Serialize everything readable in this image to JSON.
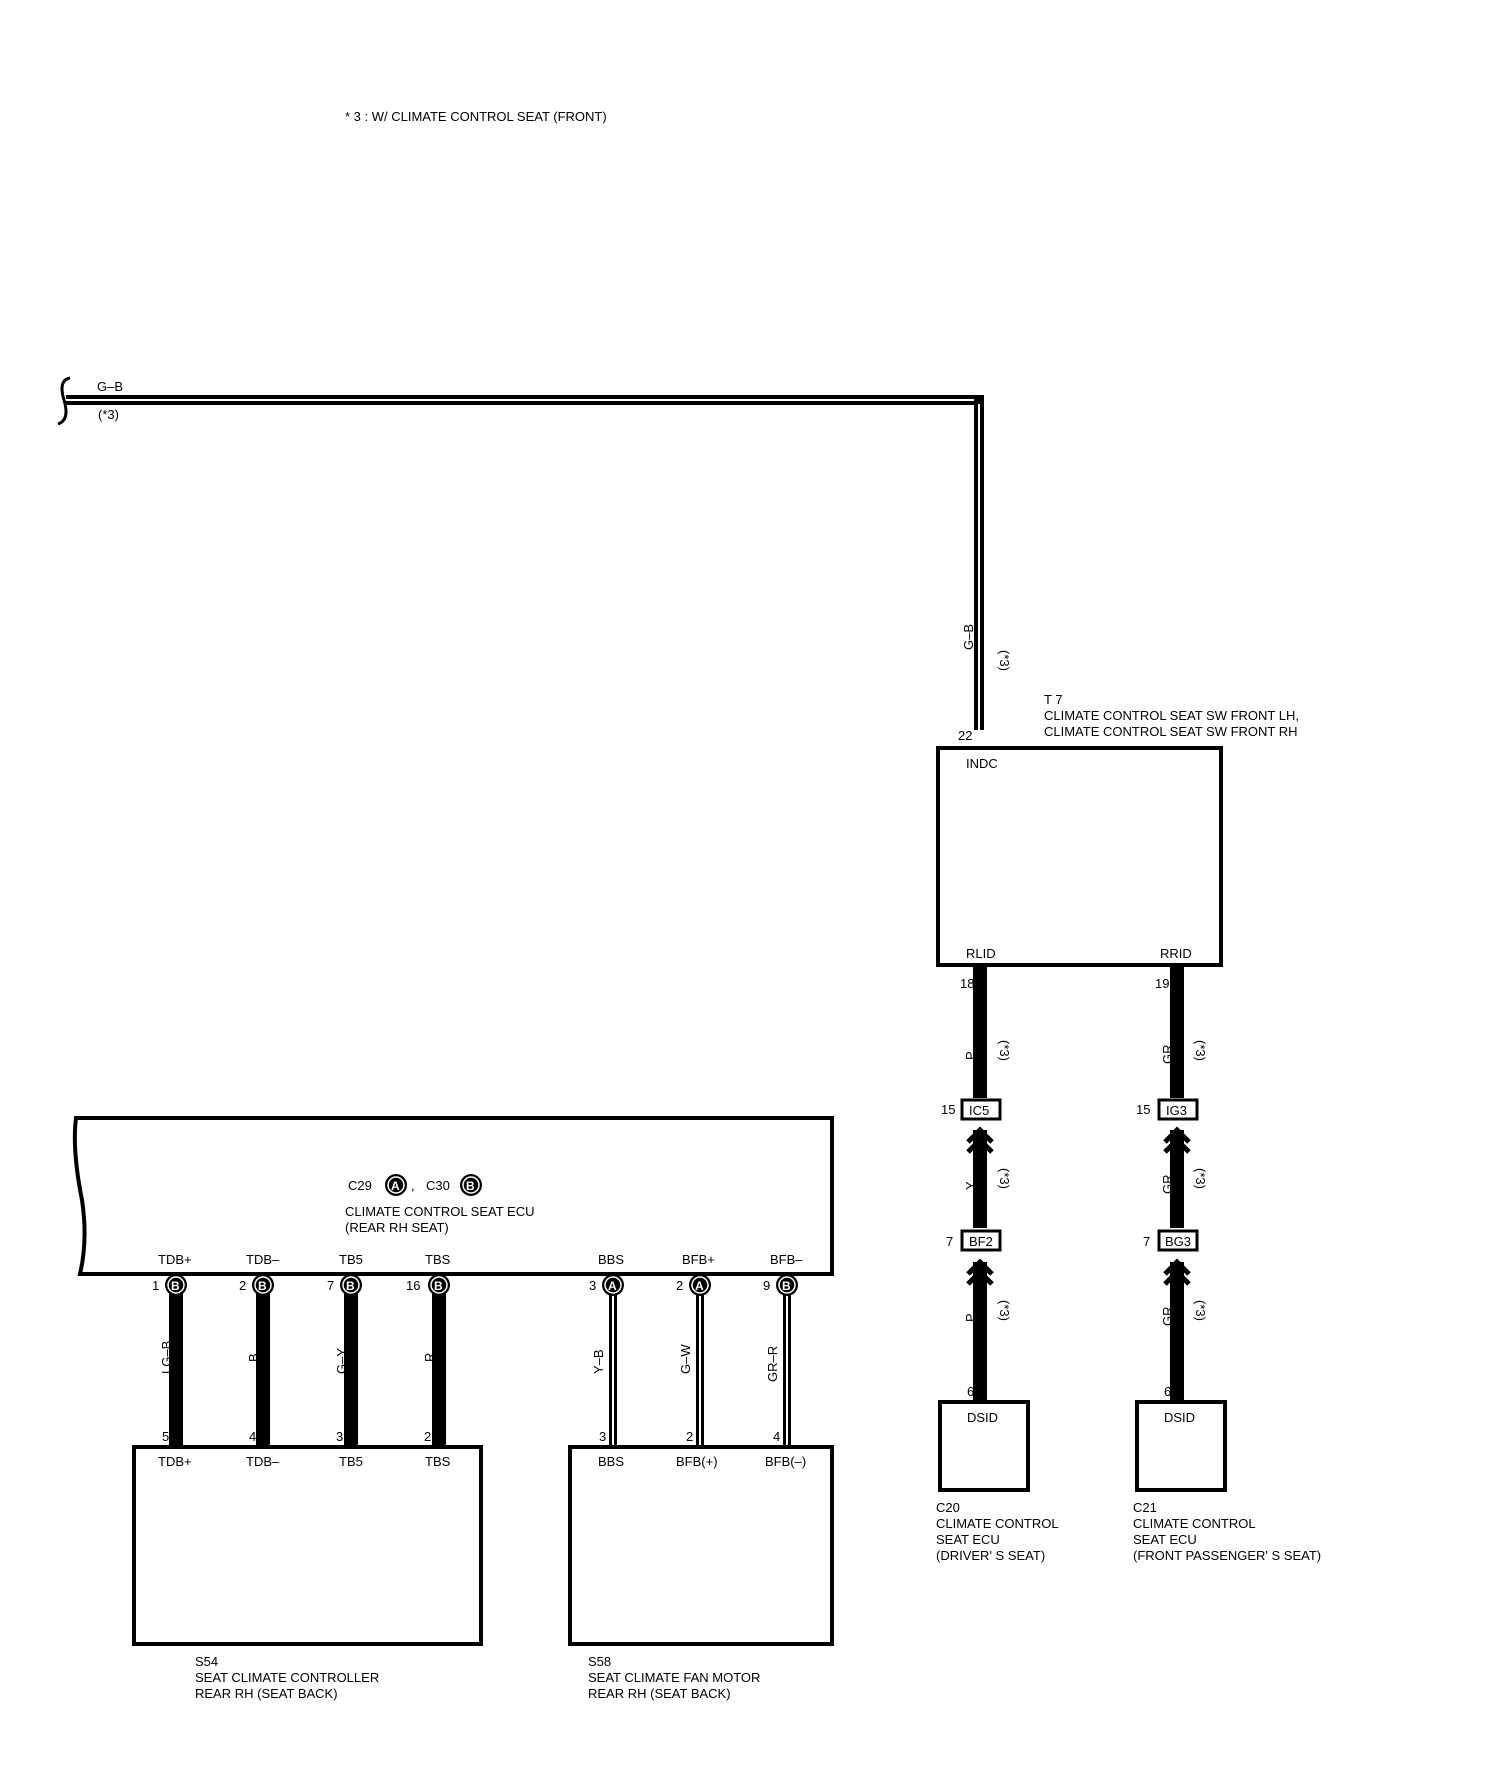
{
  "note": "* 3 : W/ CLIMATE CONTROL SEAT (FRONT)",
  "top_wire": {
    "color": "G–B",
    "opt": "(*3)"
  },
  "vert_wire": {
    "color": "G–B",
    "opt": "(*3)"
  },
  "t7": {
    "code": "T 7",
    "name1": "CLIMATE CONTROL SEAT SW FRONT LH,",
    "name2": "CLIMATE CONTROL SEAT SW FRONT RH",
    "pin_indc_num": "22",
    "pin_indc": "INDC",
    "pin_rlid": "RLID",
    "pin_rrid": "RRID",
    "pin_rlid_num": "18",
    "pin_rrid_num": "19"
  },
  "left_run": {
    "c1": "P",
    "o1": "(*3)",
    "j1_pin": "15",
    "j1": "IC5",
    "c2": "Y",
    "o2": "(*3)",
    "j2_pin": "7",
    "j2": "BF2",
    "c3": "P",
    "o3": "(*3)",
    "end_pin": "6"
  },
  "right_run": {
    "c1": "GR",
    "o1": "(*3)",
    "j1_pin": "15",
    "j1": "IG3",
    "c2": "GR",
    "o2": "(*3)",
    "j2_pin": "7",
    "j2": "BG3",
    "c3": "GR",
    "o3": "(*3)",
    "end_pin": "6"
  },
  "c20": {
    "pin": "DSID",
    "code": "C20",
    "l1": "CLIMATE CONTROL",
    "l2": "SEAT ECU",
    "l3": "(DRIVER' S SEAT)"
  },
  "c21": {
    "pin": "DSID",
    "code": "C21",
    "l1": "CLIMATE CONTROL",
    "l2": "SEAT ECU",
    "l3": "(FRONT PASSENGER' S SEAT)"
  },
  "ecu": {
    "c29": "C29",
    "c29_badge": "A",
    "sep": ",",
    "c30": "C30",
    "c30_badge": "B",
    "name1": "CLIMATE CONTROL SEAT ECU",
    "name2": "(REAR RH SEAT)",
    "pins": [
      {
        "label": "TDB+",
        "num": "1",
        "badge": "B",
        "wire": "LG–B",
        "end_num": "5"
      },
      {
        "label": "TDB–",
        "num": "2",
        "badge": "B",
        "wire": "B",
        "end_num": "4"
      },
      {
        "label": "TB5",
        "num": "7",
        "badge": "B",
        "wire": "G–Y",
        "end_num": "3"
      },
      {
        "label": "TBS",
        "num": "16",
        "badge": "B",
        "wire": "R",
        "end_num": "2"
      },
      {
        "label": "BBS",
        "num": "3",
        "badge": "A",
        "wire": "Y–B",
        "end_num": "3"
      },
      {
        "label": "BFB+",
        "num": "2",
        "badge": "A",
        "wire": "G–W",
        "end_num": "2"
      },
      {
        "label": "BFB–",
        "num": "9",
        "badge": "B",
        "wire": "GR–R",
        "end_num": "4"
      }
    ]
  },
  "s54": {
    "pins": [
      "TDB+",
      "TDB–",
      "TB5",
      "TBS"
    ],
    "code": "S54",
    "l1": "SEAT CLIMATE CONTROLLER",
    "l2": "REAR RH (SEAT BACK)"
  },
  "s58": {
    "pins": [
      "BBS",
      "BFB(+)",
      "BFB(–)"
    ],
    "code": "S58",
    "l1": "SEAT CLIMATE FAN MOTOR",
    "l2": "REAR RH (SEAT BACK)"
  }
}
